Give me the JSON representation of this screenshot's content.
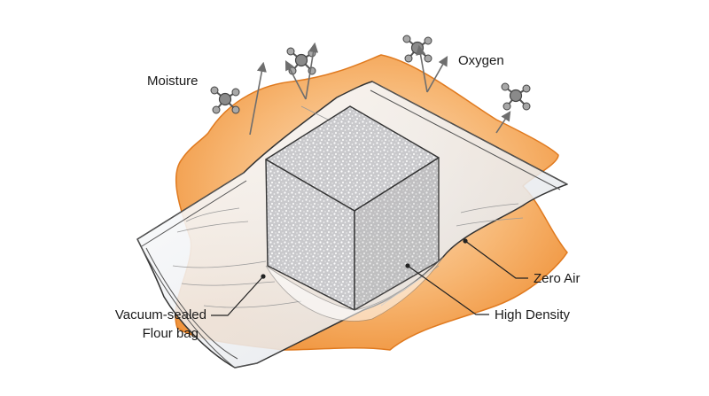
{
  "labels": {
    "moisture": "Moisture",
    "oxygen": "Oxygen",
    "zero_air": "Zero Air",
    "high_density": "High Density",
    "bag_line1": "Vacuum-sealed",
    "bag_line2": "Flour bag"
  },
  "colors": {
    "accent_orange": "#F0953E",
    "accent_orange_light": "#F7C08A",
    "bag_plastic": "#EEF0F2",
    "cube_fill": "#CFCFD2",
    "outline": "#333333",
    "arrow": "#6E6E6E",
    "molecule": "#8A8A8A"
  },
  "icons": {
    "molecule": "molecule-icon",
    "arrow": "arrow-up-icon"
  }
}
